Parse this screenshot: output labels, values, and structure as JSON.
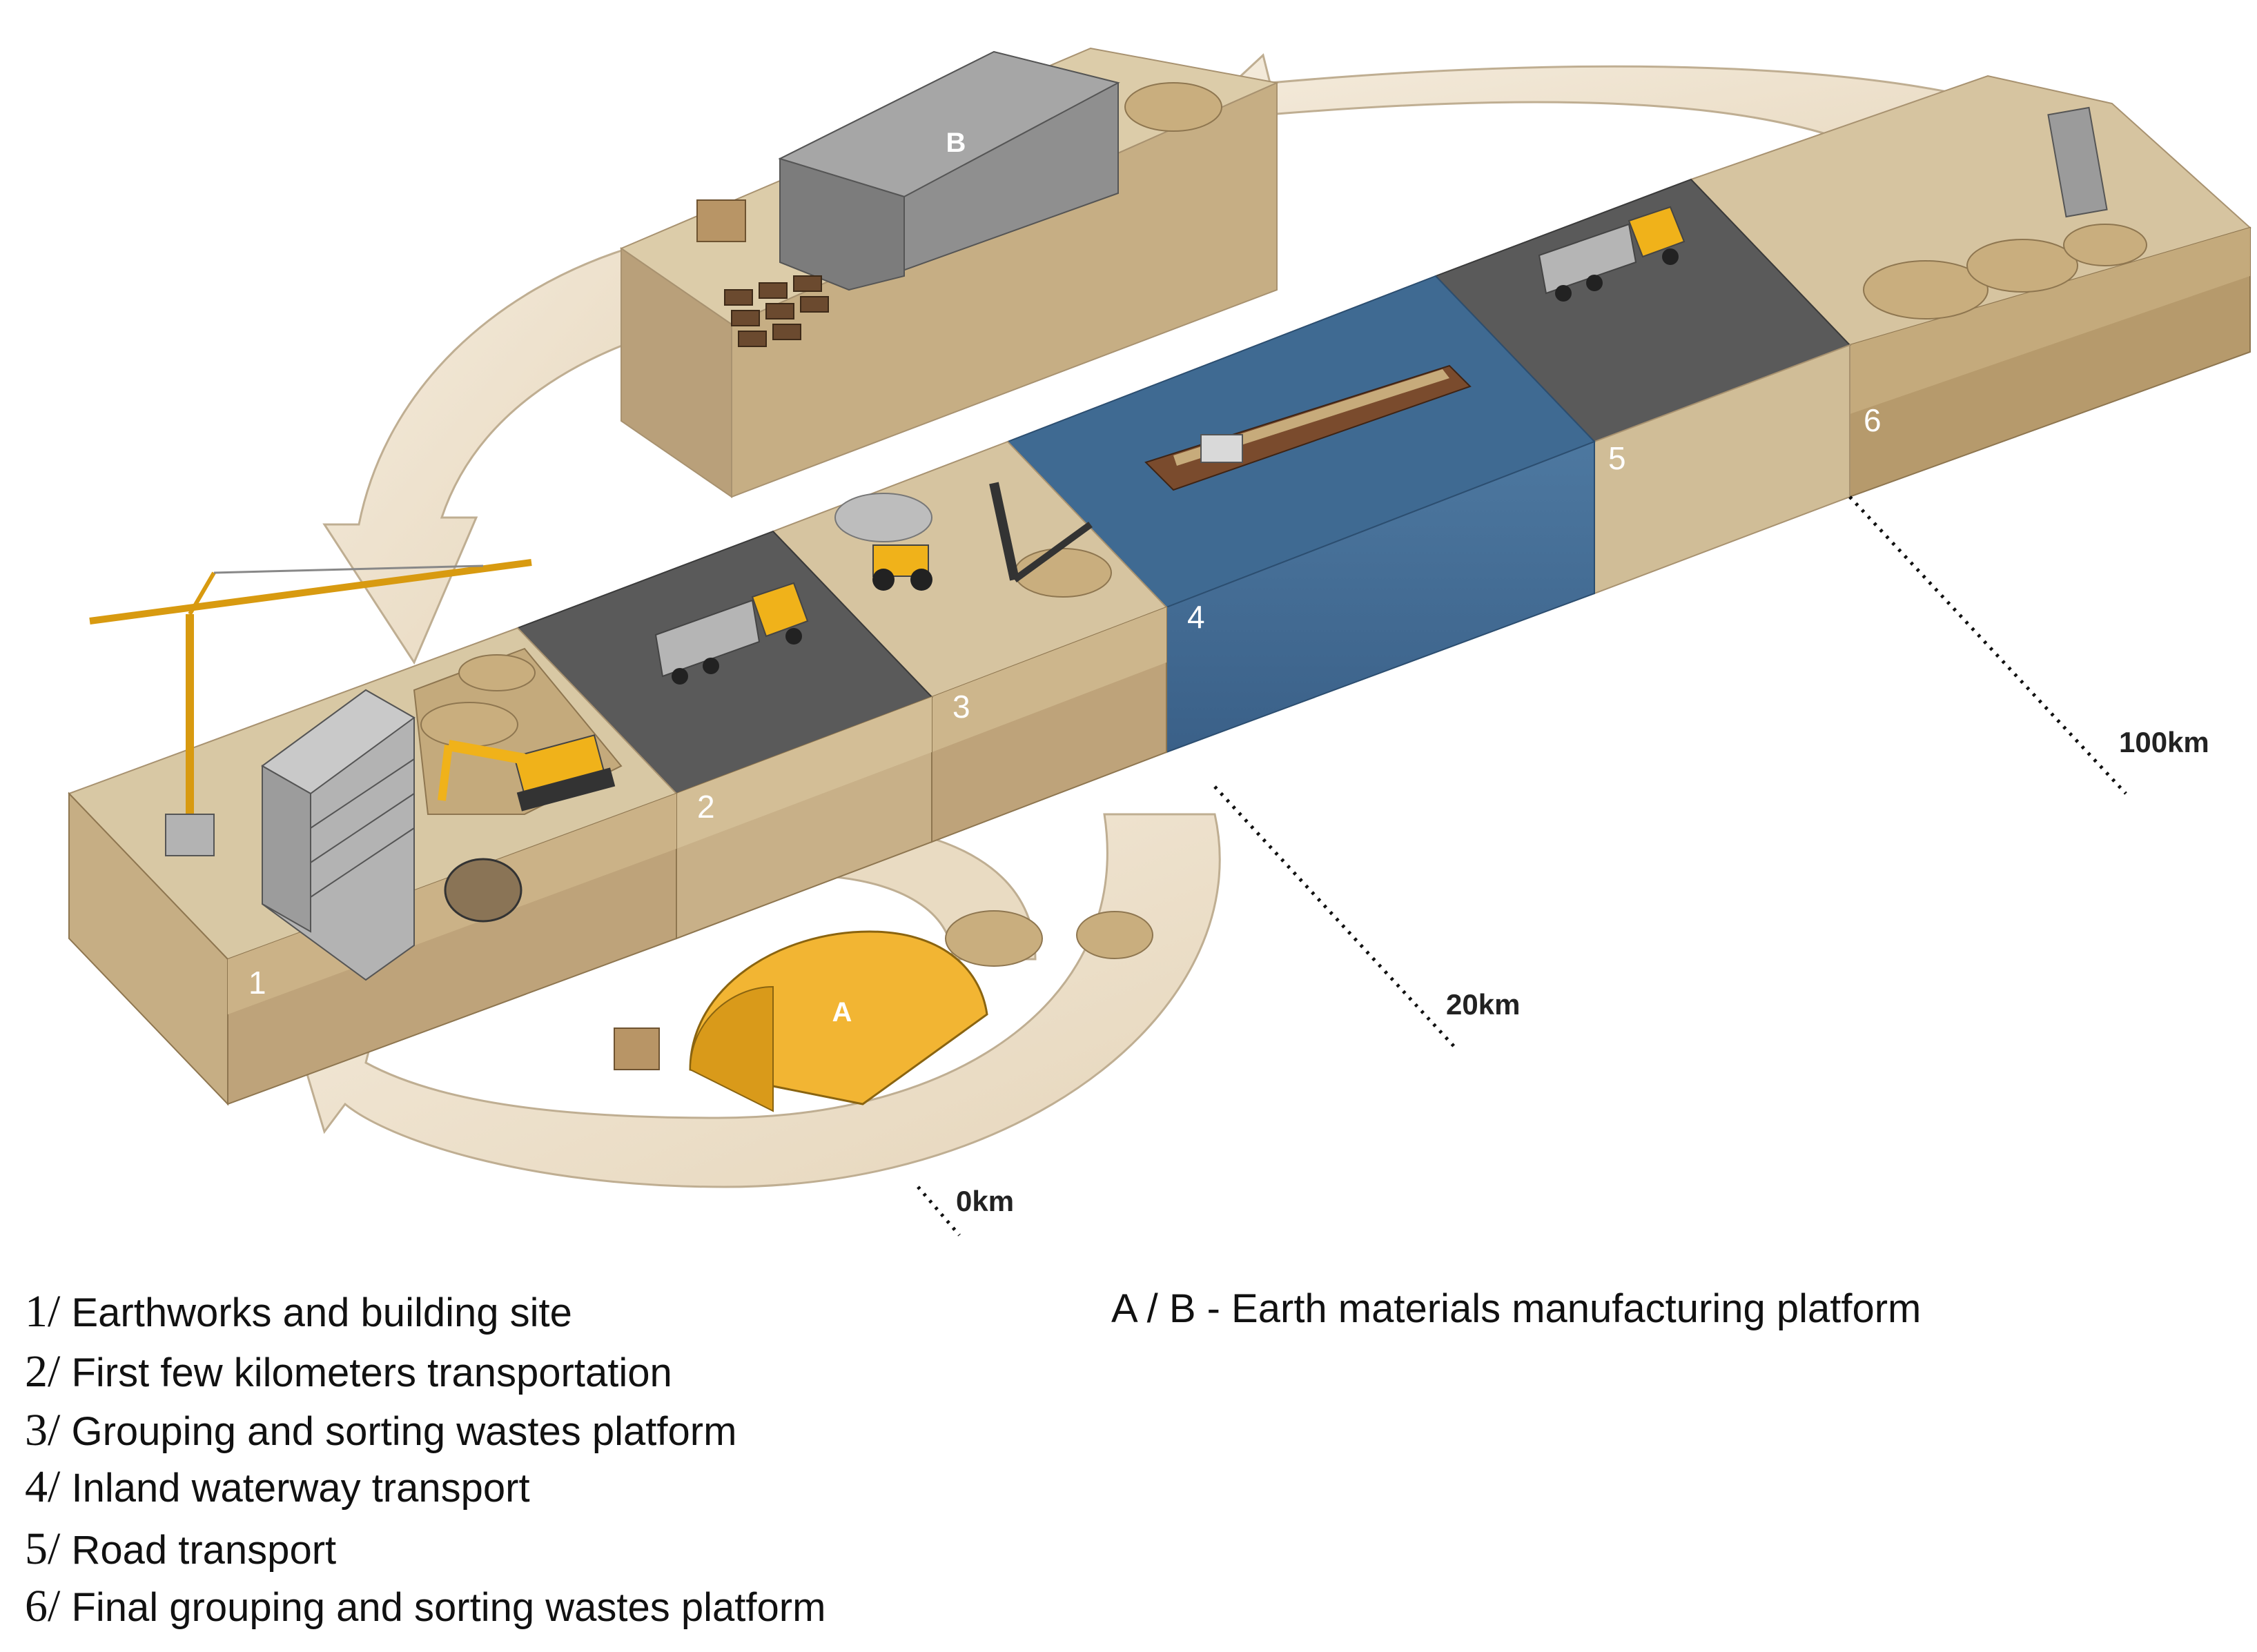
{
  "diagram": {
    "segments": [
      {
        "id": "1",
        "label": "1"
      },
      {
        "id": "2",
        "label": "2"
      },
      {
        "id": "3",
        "label": "3"
      },
      {
        "id": "4",
        "label": "4"
      },
      {
        "id": "5",
        "label": "5"
      },
      {
        "id": "6",
        "label": "6"
      }
    ],
    "platforms": [
      {
        "id": "A",
        "label": "A"
      },
      {
        "id": "B",
        "label": "B"
      }
    ],
    "distances": [
      "0km",
      "20km",
      "100km"
    ],
    "colors": {
      "earth_top": "#d8c8a4",
      "earth_side": "#c2aa80",
      "road": "#5a5a5a",
      "water": "#3f6a92",
      "arrow": "#efe4d0",
      "machine": "#f0b21a",
      "building": "#8c8c8c"
    }
  },
  "legend": {
    "items": [
      {
        "num": "1/",
        "text": "Earthworks and building site"
      },
      {
        "num": "2/",
        "text": "First few kilometers transportation"
      },
      {
        "num": "3/",
        "text": "Grouping and sorting wastes platform"
      },
      {
        "num": "4/",
        "text": "Inland waterway transport"
      },
      {
        "num": "5/",
        "text": "Road transport"
      },
      {
        "num": "6/",
        "text": "Final grouping and sorting wastes platform"
      }
    ],
    "ab_note": "A / B - Earth materials manufacturing platform"
  }
}
